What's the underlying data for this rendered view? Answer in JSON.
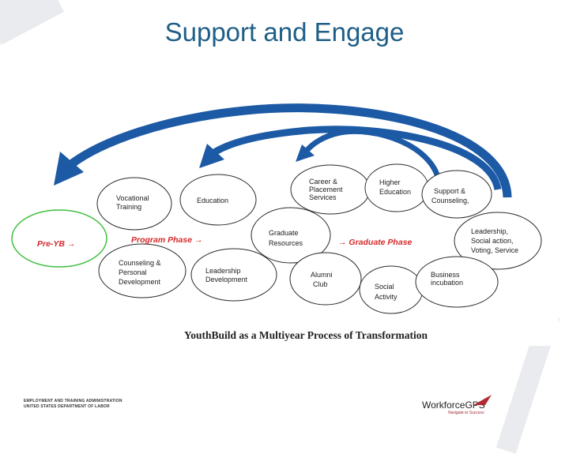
{
  "title": "Support and Engage",
  "diagram": {
    "caption": "YouthBuild as a Multiyear Process of Transformation",
    "pre_yb": "Pre-YB →",
    "program_phase": "Program Phase →",
    "graduate_phase": "→ Graduate Phase",
    "nodes": {
      "vocational": [
        "Vocational",
        "Training"
      ],
      "education": [
        "Education"
      ],
      "counseling": [
        "Counseling &",
        "Personal",
        "Development"
      ],
      "leadership_dev": [
        "Leadership",
        "Development"
      ],
      "graduate_resources": [
        "Graduate",
        "Resources"
      ],
      "career": [
        "Career &",
        "Placement",
        "Services"
      ],
      "higher_ed": [
        "Higher",
        "Education"
      ],
      "support": [
        "Support &",
        "Counseling,"
      ],
      "leadership_social": [
        "Leadership,",
        "Social action,",
        "Voting, Service"
      ],
      "alumni": [
        "Alumni",
        "Club"
      ],
      "social": [
        "Social",
        "Activity"
      ],
      "business": [
        "Business",
        "incubation"
      ]
    }
  },
  "footer": {
    "agency_line1": "EMPLOYMENT AND TRAINING ADMINISTRATION",
    "agency_line2": "UNITED STATES DEPARTMENT OF LABOR",
    "logo_text": "WorkforceGPS",
    "logo_tagline": "Navigate to Success"
  },
  "colors": {
    "title": "#1f5e86",
    "arrow": "#1d5aa5",
    "phase_text": "#d4282a",
    "pre_yb_ring": "#3fbf3f"
  }
}
